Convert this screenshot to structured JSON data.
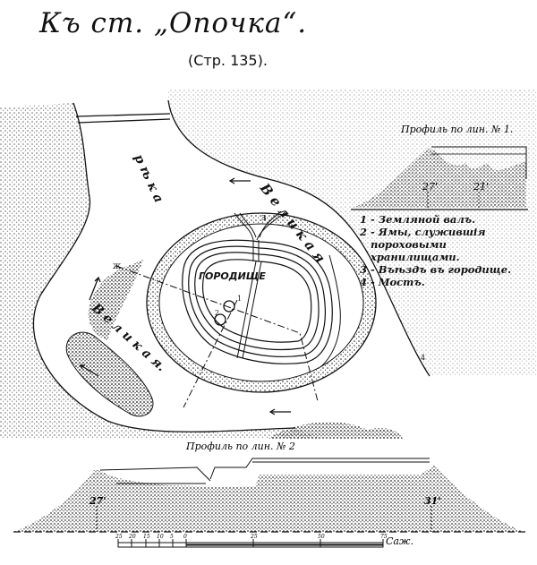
{
  "title": "Къ ст. „Опочка“.",
  "page_ref": "(Стр. 135).",
  "map": {
    "fort_label": "ГОРОДИЩЕ",
    "river_upper": "р ѣ к а",
    "river_name_upper": "В е л и к а я",
    "river_lower": "В е л и к а я.",
    "marker_1": "1",
    "marker_2": "2",
    "marker_3": "3",
    "marker_4": "4",
    "section_mark": "ж",
    "colors": {
      "ink": "#111111",
      "paper": "#ffffff"
    }
  },
  "profile_1": {
    "title": "Профиль по лин. № 1.",
    "height_left": "27'",
    "height_right": "21'"
  },
  "profile_2": {
    "title": "Профиль по лин. № 2",
    "height_left": "27'",
    "height_right": "31'"
  },
  "legend": [
    "1 - Земляной валъ.",
    "2 - Ямы, служившія пороховыми хранилищами.",
    "3 - Въѣздъ въ городище.",
    "4 - Мостъ."
  ],
  "scale": {
    "ticks": [
      "25",
      "20",
      "15",
      "10",
      "5",
      "0",
      "25",
      "50",
      "75"
    ],
    "unit": "Саж."
  }
}
